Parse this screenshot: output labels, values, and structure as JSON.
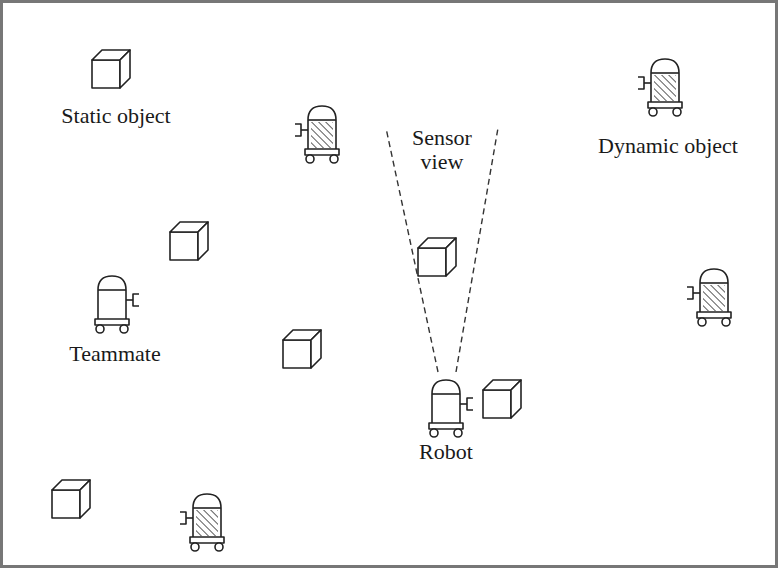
{
  "diagram": {
    "labels": [
      "Static object",
      "Sensor view",
      "Dynamic object",
      "Teammate",
      "Robot"
    ]
  }
}
